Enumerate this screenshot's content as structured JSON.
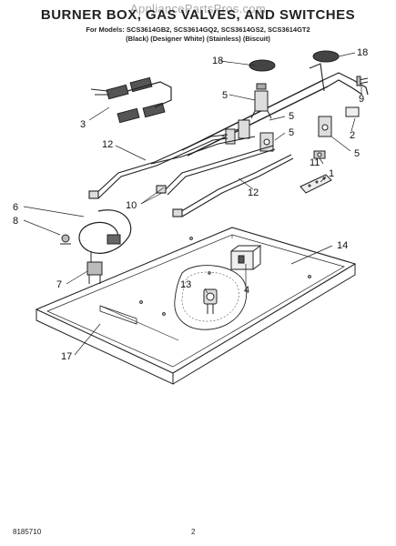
{
  "header": {
    "watermark": "AppliancePartsPros.com",
    "title": "BURNER BOX, GAS VALVES, AND SWITCHES",
    "models_line": "For Models: SCS3614GB2, SCS3614GQ2, SCS3614GS2, SCS3614GT2",
    "colors_line": "(Black)     (Designer White)     (Stainless)     (Biscuit)"
  },
  "callouts": {
    "c1": "1",
    "c2": "2",
    "c3": "3",
    "c4": "4",
    "c5a": "5",
    "c5b": "5",
    "c5c": "5",
    "c6": "6",
    "c7": "7",
    "c8": "8",
    "c9": "9",
    "c10": "10",
    "c11": "11",
    "c12a": "12",
    "c12b": "12",
    "c13": "13",
    "c14": "14",
    "c17": "17",
    "c18a": "18",
    "c18b": "18"
  },
  "footer": {
    "doc_number": "8185710",
    "page_number": "2"
  }
}
